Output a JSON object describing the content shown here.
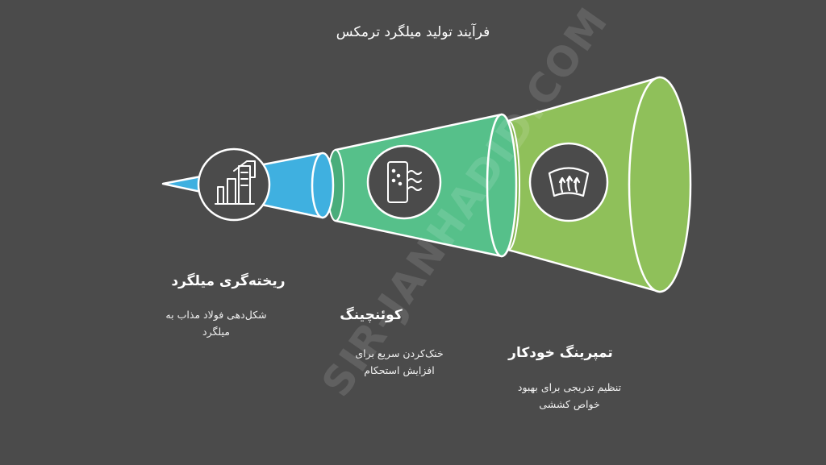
{
  "title": "فرآیند تولید میلگرد ترمکس",
  "watermark": "SIR-JANHADID.COM",
  "colors": {
    "background": "#4b4b4b",
    "stage1": "#3fb0e0",
    "stage2": "#56c08a",
    "stage3": "#8fc05a",
    "outline": "#ffffff"
  },
  "stages": [
    {
      "title": "ریخته‌گری میلگرد",
      "desc_line1": "شکل‌دهی فولاد مذاب به",
      "desc_line2": "میلگرد",
      "icon": "factory-icon"
    },
    {
      "title": "کوئنچینگ",
      "desc_line1": "خنک‌کردن سریع برای",
      "desc_line2": "افزایش استحکام",
      "icon": "cooling-water-icon"
    },
    {
      "title": "تمپرینگ خودکار",
      "desc_line1": "تنظیم تدریجی برای بهبود",
      "desc_line2": "خواص کششی",
      "icon": "heat-windshield-icon"
    }
  ]
}
